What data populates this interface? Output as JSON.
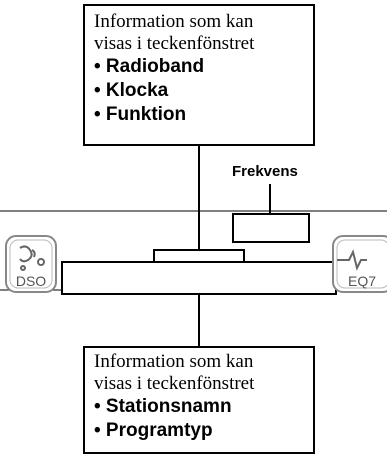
{
  "top_callout": {
    "intro": [
      "Information som kan",
      "visas i teckenfönstret"
    ],
    "items": [
      "• Radioband",
      "• Klocka",
      "• Funktion"
    ]
  },
  "bottom_callout": {
    "intro": [
      "Information som kan",
      "visas i teckenfönstret"
    ],
    "items": [
      "• Stationsnamn",
      "• Programtyp"
    ]
  },
  "frequency_label": "Frekvens",
  "buttons": {
    "left": {
      "label": "DSO",
      "icon": "dso-sound-icon"
    },
    "right": {
      "label": "EQ7",
      "icon": "eq-waveform-icon"
    }
  }
}
